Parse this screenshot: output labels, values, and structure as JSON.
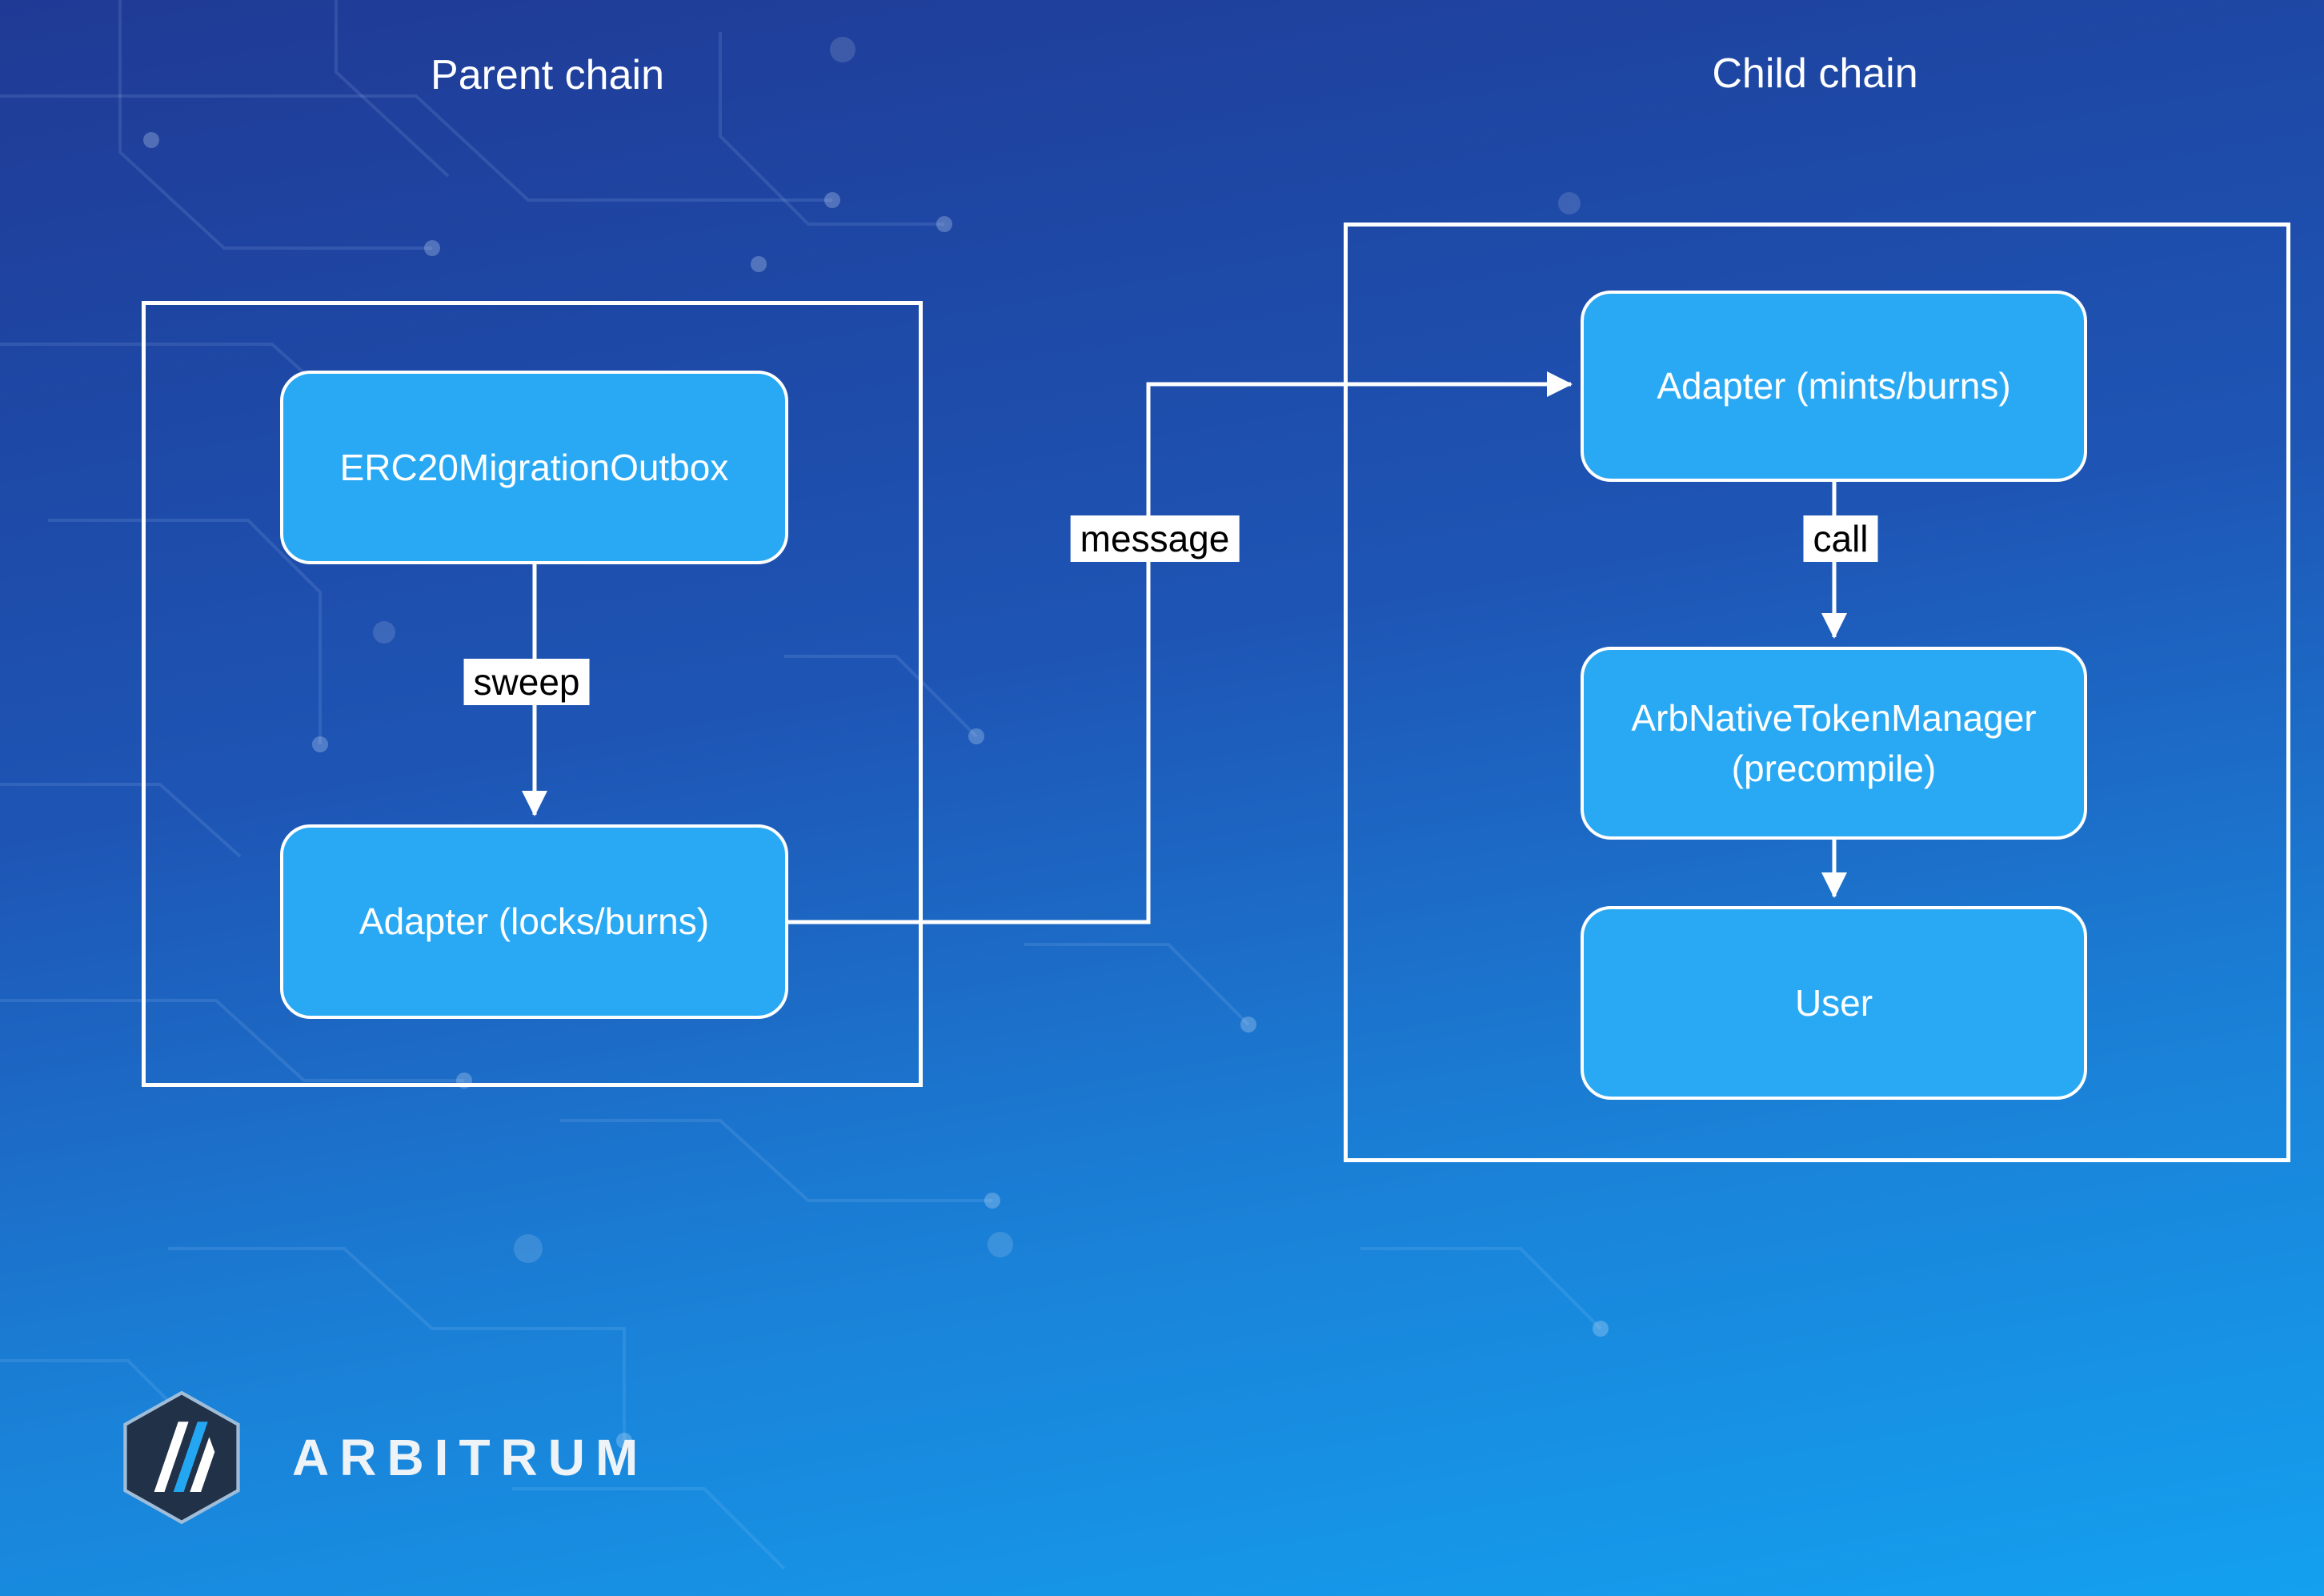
{
  "diagram": {
    "parent_chain": {
      "title": "Parent chain",
      "nodes": {
        "outbox": "ERC20MigrationOutbox",
        "adapter_locks": "Adapter (locks/burns)"
      },
      "edges": {
        "sweep_label": "sweep"
      }
    },
    "child_chain": {
      "title": "Child chain",
      "nodes": {
        "adapter_mints": "Adapter (mints/burns)",
        "token_manager_line1": "ArbNativeTokenManager",
        "token_manager_line2": "(precompile)",
        "user": "User"
      },
      "edges": {
        "call_label": "call"
      }
    },
    "cross_chain_edge": {
      "message_label": "message"
    }
  },
  "branding": {
    "wordmark": "ARBITRUM"
  },
  "colors": {
    "background_top": "#1f3a95",
    "background_bottom": "#14a0ef",
    "node_fill": "#29a9f4",
    "node_border": "#ffffff",
    "container_border": "#ffffff",
    "edge_line": "#ffffff",
    "edge_label_bg": "#ffffff",
    "edge_label_text": "#000000",
    "title_text": "#ffffff",
    "logo_badge_fill": "#213147",
    "logo_accent": "#24a7f2"
  }
}
